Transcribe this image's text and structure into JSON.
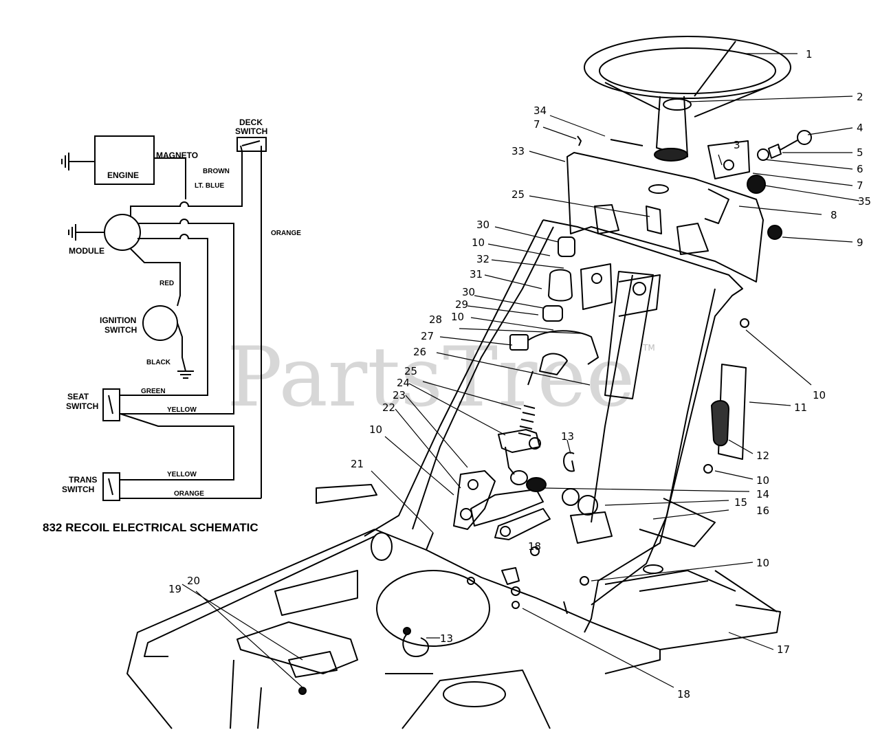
{
  "watermark": "PartsTree",
  "watermark_mark": "TM",
  "schematic": {
    "caption": "832 RECOIL  ELECTRICAL  SCHEMATIC",
    "components": {
      "engine": "ENGINE",
      "module": "MODULE",
      "ignition": [
        "IGNITION",
        "SWITCH"
      ],
      "deck": [
        "DECK",
        "SWITCH"
      ],
      "seat": [
        "SEAT",
        "SWITCH"
      ],
      "trans": [
        "TRANS",
        "SWITCH"
      ]
    },
    "wires": {
      "magneto": "MAGNETO",
      "brown": "BROWN",
      "lt_blue": "LT. BLUE",
      "orange_top": "ORANGE",
      "red": "RED",
      "black": "BLACK",
      "green": "GREEN",
      "yellow_seat": "YELLOW",
      "yellow_trans": "YELLOW",
      "orange_bottom": "ORANGE"
    }
  },
  "callouts": {
    "c1": "1",
    "c2": "2",
    "c4": "4",
    "c5": "5",
    "c6": "6",
    "c7r": "7",
    "c3": "3",
    "c35": "35",
    "c8": "8",
    "c9": "9",
    "c34": "34",
    "c7": "7",
    "c33": "33",
    "c25a": "25",
    "c30a": "30",
    "c10a": "10",
    "c32": "32",
    "c31": "31",
    "c30b": "30",
    "c29": "29",
    "c10b": "10",
    "c28": "28",
    "c27": "27",
    "c26": "26",
    "c25b": "25",
    "c24": "24",
    "c23": "23",
    "c22": "22",
    "c10c": "10",
    "c21": "21",
    "c13a": "13",
    "c10r1": "10",
    "c11": "11",
    "c12": "12",
    "c10r2": "10",
    "c14": "14",
    "c15": "15",
    "c16": "16",
    "c18a": "18",
    "c10r3": "10",
    "c20": "20",
    "c19": "19",
    "c13b": "13",
    "c17": "17",
    "c18b": "18"
  }
}
